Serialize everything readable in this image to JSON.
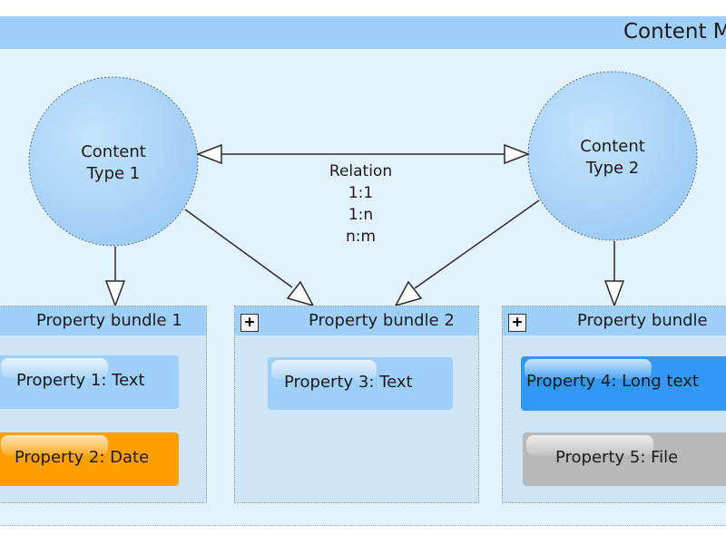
{
  "frame": {
    "title": "Content M"
  },
  "content_types": [
    {
      "line1": "Content",
      "line2": "Type 1"
    },
    {
      "line1": "Content",
      "line2": "Type 2"
    }
  ],
  "relation": {
    "label": "Relation",
    "types": [
      "1:1",
      "1:n",
      "n:m"
    ]
  },
  "bundles": [
    {
      "title": "Property bundle 1",
      "properties": [
        {
          "label": "Property 1: Text",
          "color": "#9fd0fb"
        },
        {
          "label": "Property 2: Date",
          "color": "#ff9f00"
        }
      ]
    },
    {
      "title": "Property bundle 2",
      "expand_symbol": "+",
      "properties": [
        {
          "label": "Property 3: Text",
          "color": "#9fd0fb"
        }
      ]
    },
    {
      "title": "Property bundle",
      "expand_symbol": "+",
      "properties": [
        {
          "label": "Property 4: Long text",
          "color": "#3297f5"
        },
        {
          "label": "Property 5: File",
          "color": "#b9b9b9"
        }
      ]
    }
  ],
  "colors": {
    "background": "#e3f3fd",
    "header": "#9fd0fb",
    "circle": "#a8d2f8",
    "bundle": "#cfe5f5"
  }
}
